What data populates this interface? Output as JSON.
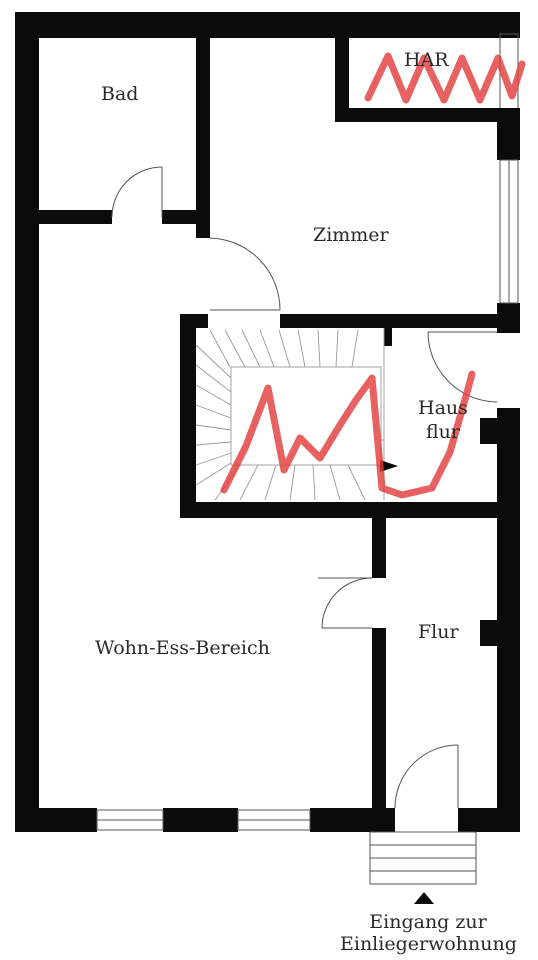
{
  "rooms": {
    "bad": "Bad",
    "har": "HAR",
    "zimmer": "Zimmer",
    "hausflur_line1": "Haus",
    "hausflur_line2": "flur",
    "flur": "Flur",
    "wohn_ess": "Wohn-Ess-Bereich"
  },
  "entrance": {
    "line1": "Eingang zur",
    "line2": "Einliegerwohnung"
  },
  "colors": {
    "wall": "#0b0b0b",
    "scribble": "#e23a3a",
    "label": "#2a2a2a"
  }
}
